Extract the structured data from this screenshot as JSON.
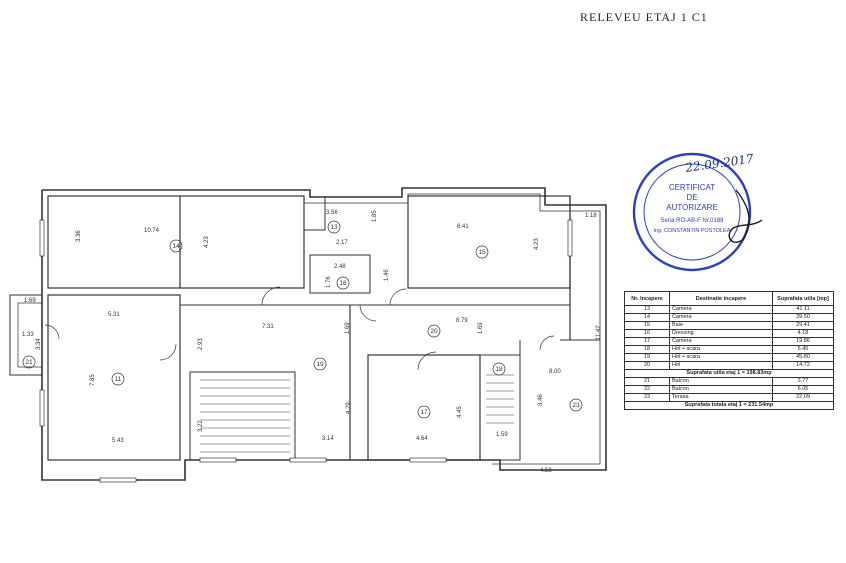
{
  "title": "RELEVEU ETAJ 1 C1",
  "rooms": [
    {
      "no": "13"
    },
    {
      "no": "14"
    },
    {
      "no": "15"
    },
    {
      "no": "16"
    },
    {
      "no": "17"
    },
    {
      "no": "18"
    },
    {
      "no": "19"
    },
    {
      "no": "20"
    },
    {
      "no": "11"
    },
    {
      "no": "21"
    },
    {
      "no": "23"
    }
  ],
  "dimensions": [
    "10.74",
    "3.36",
    "4.23",
    "3.56",
    "1.85",
    "2.17",
    "2.48",
    "1.76",
    "1.46",
    "6.41",
    "4.23",
    "1.18",
    "5.31",
    "1.69",
    "1.33",
    "3.34",
    "7.31",
    "2.93",
    "1.69",
    "8.79",
    "1.69",
    "11.42",
    "7.85",
    "5.43",
    "3.22",
    "4.29",
    "3.14",
    "4.64",
    "4.45",
    "3.46",
    "8.00",
    "1.59",
    "4.58"
  ],
  "stamp": {
    "lines": [
      "CERTIFICAT",
      "DE",
      "AUTORIZARE",
      "Seria RO-AB-F Nr.0188",
      "ing. CONSTANTIN POSTOLEA"
    ],
    "handwritten_date": "22.09.2017"
  },
  "legend": {
    "headers": [
      "Nr. Incapere",
      "Destinatie incapere",
      "Suprafata utila [mp]"
    ],
    "rows": [
      [
        "13",
        "Camera",
        "41.11"
      ],
      [
        "14",
        "Camera",
        "39.50"
      ],
      [
        "15",
        "Baie",
        "29.41"
      ],
      [
        "16",
        "Dressing",
        "4.18"
      ],
      [
        "17",
        "Camera",
        "19.86"
      ],
      [
        "18",
        "Hol + scara",
        "5.45"
      ],
      [
        "19",
        "Hol + scara",
        "45.80"
      ],
      [
        "20",
        "Hol",
        "14.72"
      ]
    ],
    "subtotal": "Suprafata utila etaj 1 = 198.83mp",
    "extra_rows": [
      [
        "21",
        "Balcon",
        "3.77"
      ],
      [
        "22",
        "Balcon",
        "6.05"
      ],
      [
        "23",
        "Terasa",
        "22.09"
      ]
    ],
    "total": "Suprafata totala etaj 1 = 231.54mp"
  }
}
